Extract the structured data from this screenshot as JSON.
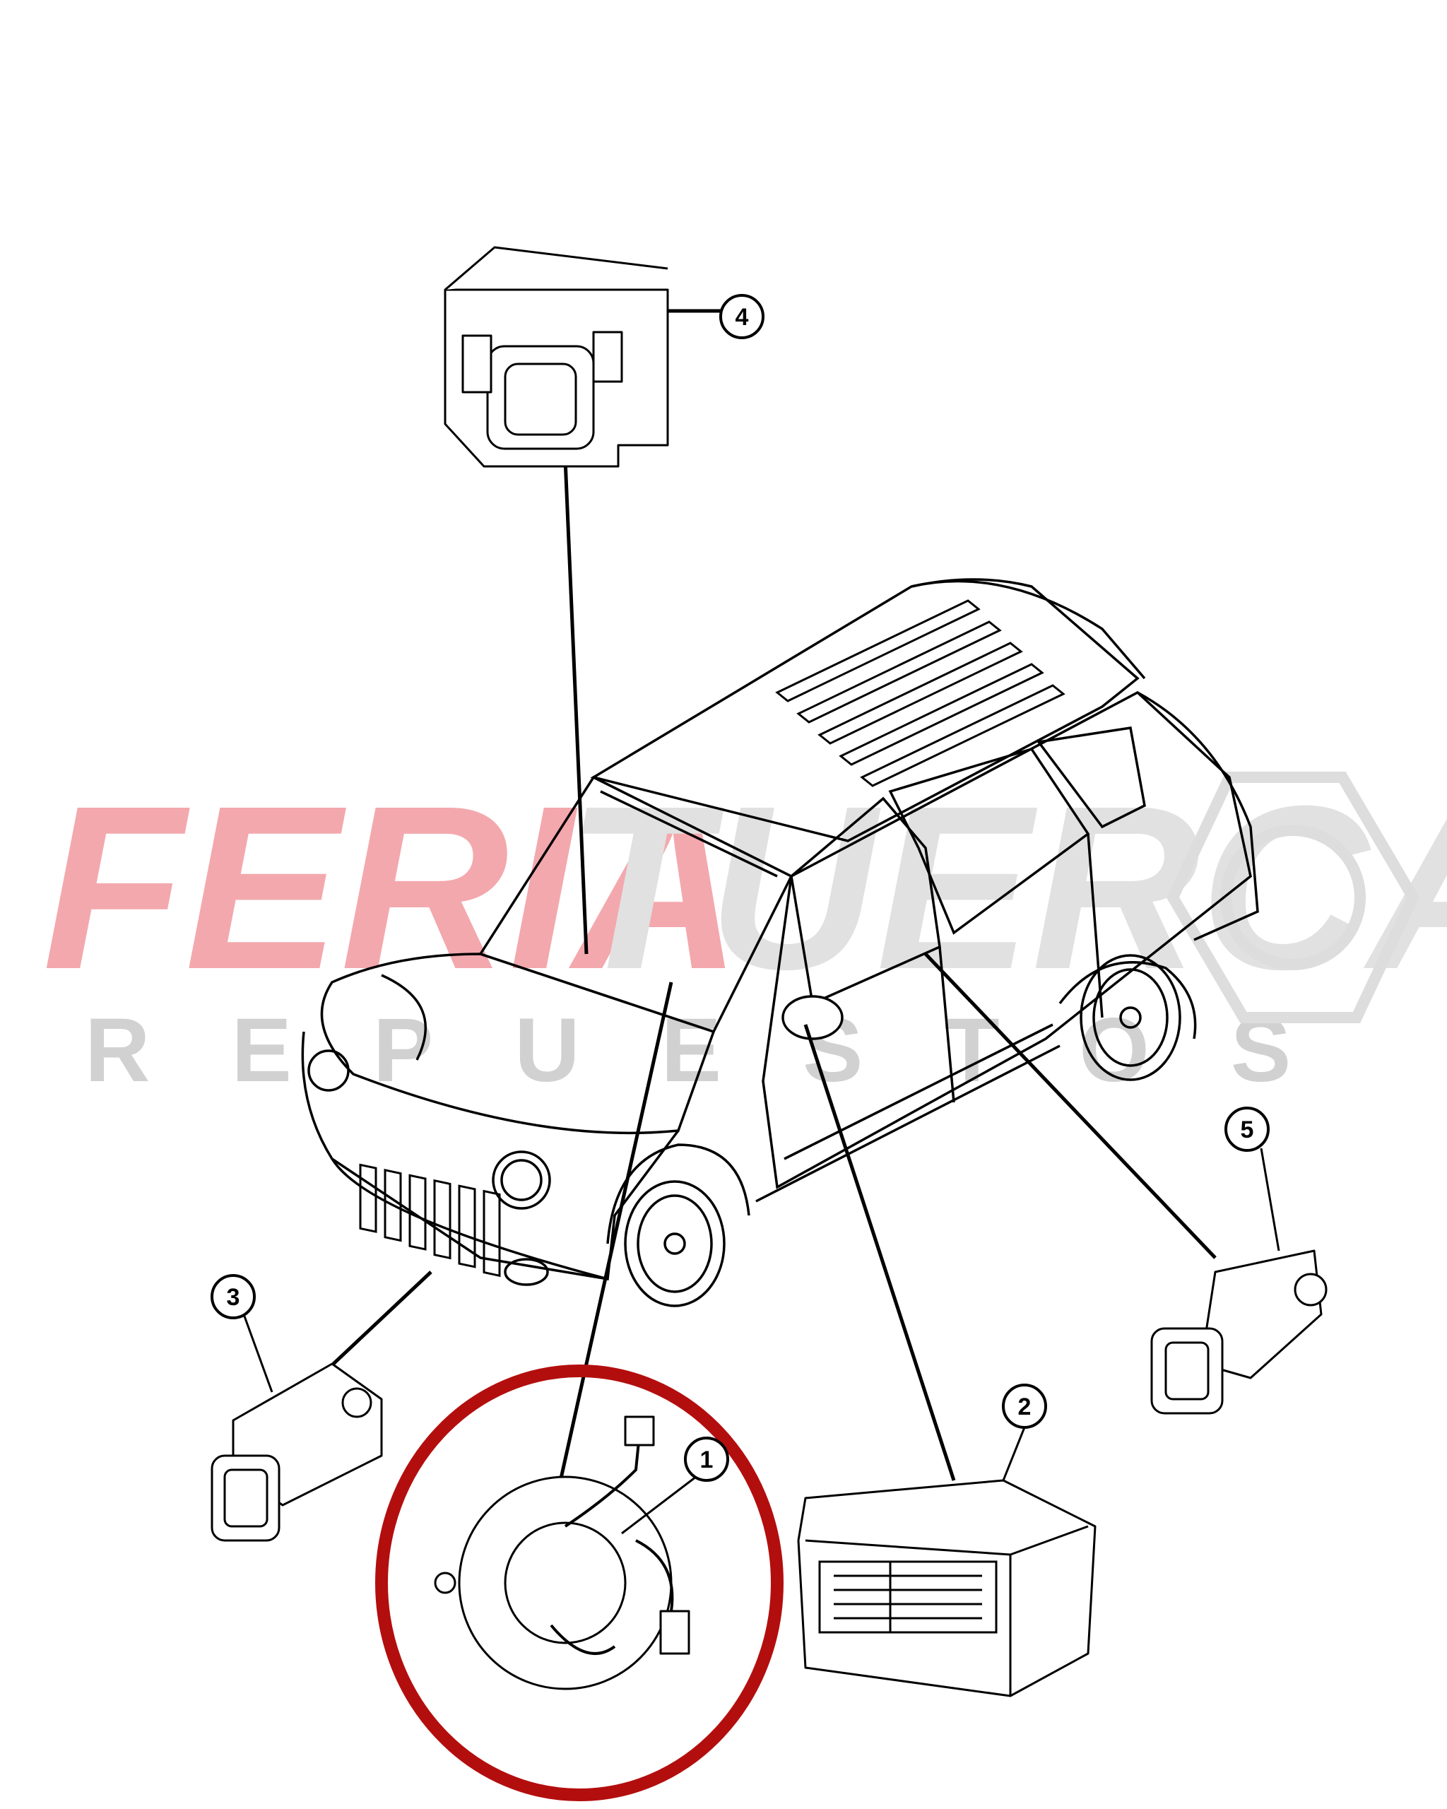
{
  "watermark": {
    "brand_part1": "FERIA",
    "brand_part2": "TUERCA",
    "subtitle": "REPUESTOS",
    "brand_color1": "#f29a9f",
    "brand_color2": "#dcdcdc",
    "subtitle_color": "#c9c9c9"
  },
  "highlight": {
    "color": "#b30e0e",
    "target_callout": "1"
  },
  "callouts": [
    {
      "id": "1",
      "label": "1"
    },
    {
      "id": "2",
      "label": "2"
    },
    {
      "id": "3",
      "label": "3"
    },
    {
      "id": "4",
      "label": "4"
    },
    {
      "id": "5",
      "label": "5"
    }
  ]
}
